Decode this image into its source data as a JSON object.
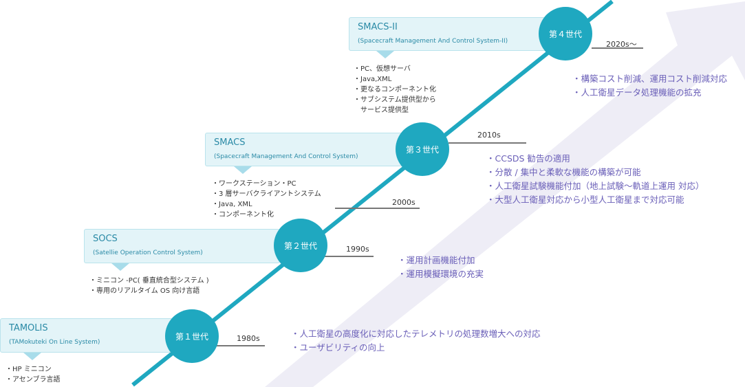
{
  "generations": [
    {
      "era_label": "第１世代",
      "year": "1980s",
      "system_name": "TAMOLIS",
      "system_full_name": "(TAMokuteki On Line System)",
      "notes": [
        "・HP ミニコン",
        "・アセンブラ言語"
      ],
      "features": [
        "・人工衛星の高度化に対応したテレメトリの処理数増大への対応",
        "・ユーザビリティの向上"
      ]
    },
    {
      "era_label": "第２世代",
      "year": "1990s",
      "system_name": "SOCS",
      "system_full_name": "(Satellie Operation Control System)",
      "notes": [
        "・ミニコン -PC( 垂直統合型システム )",
        "・専用のリアルタイム OS 向け言語"
      ],
      "features": [
        "・運用計画機能付加",
        "・運用模擬環境の充実"
      ]
    },
    {
      "era_label": "第３世代",
      "year": "2010s",
      "system_name": "SMACS",
      "system_full_name": "(Spacecraft Management And Control System)",
      "notes": [
        "・ワークステーション・PC",
        "・3 層サーバクライアントシステム",
        "・Java, XML",
        "・コンポーネント化"
      ],
      "features": [
        "・CCSDS 勧告の適用",
        "・分散 / 集中と柔軟な機能の構築が可能",
        "・人工衛星試験機能付加（地上試験〜軌道上運用 対応）",
        "・大型人工衛星対応から小型人工衛星まで対応可能"
      ]
    },
    {
      "era_label": "第４世代",
      "year": "2020s〜",
      "system_name": "SMACS-II",
      "system_full_name": "(Spacecraft Management And Control System-II)",
      "notes": [
        "・PC、仮想サーバ",
        "・Java,XML",
        "・更なるコンポーネント化",
        "・サブシステム提供型から\n　サービス提供型"
      ],
      "features": [
        "・構築コスト削減、運用コスト削減対応",
        "・人工衛星データ処理機能の拡充"
      ]
    }
  ],
  "extra_year_marker": "2000s",
  "colors": {
    "accent": "#1fa8c0",
    "box_bg": "#e3f4f8",
    "feature_text": "#6a5fb8",
    "arrow": "#eeedf6"
  }
}
